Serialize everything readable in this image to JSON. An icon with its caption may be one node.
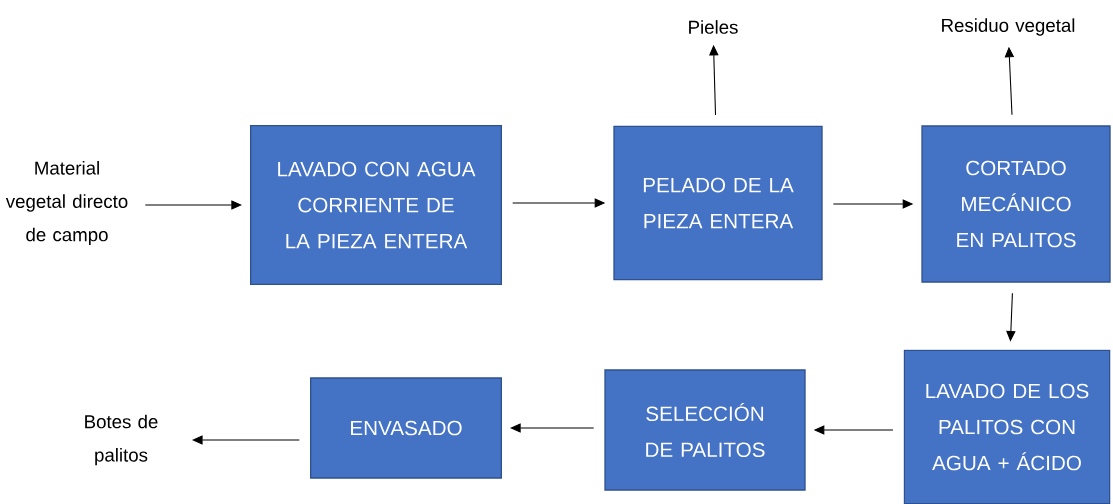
{
  "diagram": {
    "nodes": [
      {
        "text": [
          "Material vegetal directo de campo"
        ]
      },
      {
        "text": [
          "LAVADO CON AGUA CORRIENTE DE LA PIEZA ENTERA"
        ]
      },
      {
        "text": [
          "PELADO DE LA PIEZA ENTERA"
        ]
      },
      {
        "text": [
          "Pieles"
        ]
      },
      {
        "text": [
          "CORTADO MECÁNICO EN PALITOS"
        ]
      },
      {
        "text": [
          "Residuo vegetal"
        ]
      },
      {
        "text": [
          "LAVADO DE LOS PALITOS CON AGUA + ÁCIDO"
        ]
      },
      {
        "text": [
          "SELECCIÓN DE PALITOS"
        ]
      },
      {
        "text": [
          "ENVASADO"
        ]
      },
      {
        "text": [
          "Botes de palitos"
        ]
      }
    ],
    "edges": [
      {
        "from": 0,
        "to": 1,
        "arrow": "to"
      },
      {
        "from": 1,
        "to": 2,
        "arrow": "to"
      },
      {
        "from": 2,
        "to": 3,
        "arrow": "to"
      },
      {
        "from": 2,
        "to": 4,
        "arrow": "to"
      },
      {
        "from": 4,
        "to": 5,
        "arrow": "to"
      },
      {
        "from": 4,
        "to": 6,
        "arrow": "to"
      },
      {
        "from": 6,
        "to": 7,
        "arrow": "to"
      },
      {
        "from": 7,
        "to": 8,
        "arrow": "to"
      },
      {
        "from": 8,
        "to": 9,
        "arrow": "to"
      }
    ]
  }
}
